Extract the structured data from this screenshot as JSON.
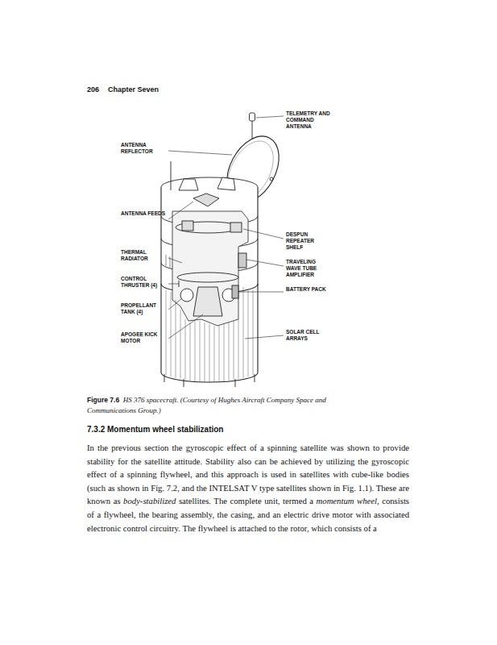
{
  "diagram": {
    "title": "7.3.2 Momentum wheel stabilization",
    "caption": "HS 376 spacecraft. (Courtesy of Hughes Aircraft Company Space and Communications Group.)",
    "labels": [
      "206",
      "Chapter Seven",
      "TELEMETRY AND COMMAND ANTENNA",
      "ANTENNA REFLECTOR",
      "ANTENNA FEEDS",
      "DESPUN REPEATER SHELF",
      "THERMAL RADIATOR",
      "TRAVELING WAVE TUBE AMPLIFIER",
      "CONTROL THRUSTER (4)",
      "BATTERY PACK",
      "PROPELLANT TANK (4)",
      "APOGEE KICK MOTOR",
      "SOLAR CELL ARRAYS",
      "Figure 7.6",
      "In the previous section the gyroscopic effect of a spinning satellite was shown to provide stability for the satellite attitude. Stability also can be achieved by utilizing the gyroscopic effect of a spinning flywheel, and this approach is used in satellites with cube-like bodies (such as shown in Fig. 7.2, and the INTELSAT V type satellites shown in Fig. 1.1). These are known as",
      "body-stabilized",
      "satellites. The complete unit, termed a",
      "momentum wheel",
      ", consists of a flywheel, the bearing assembly, the casing, and an electric drive motor with associated electronic control circuitry. The flywheel is attached to the rotor, which consists of a"
    ]
  }
}
